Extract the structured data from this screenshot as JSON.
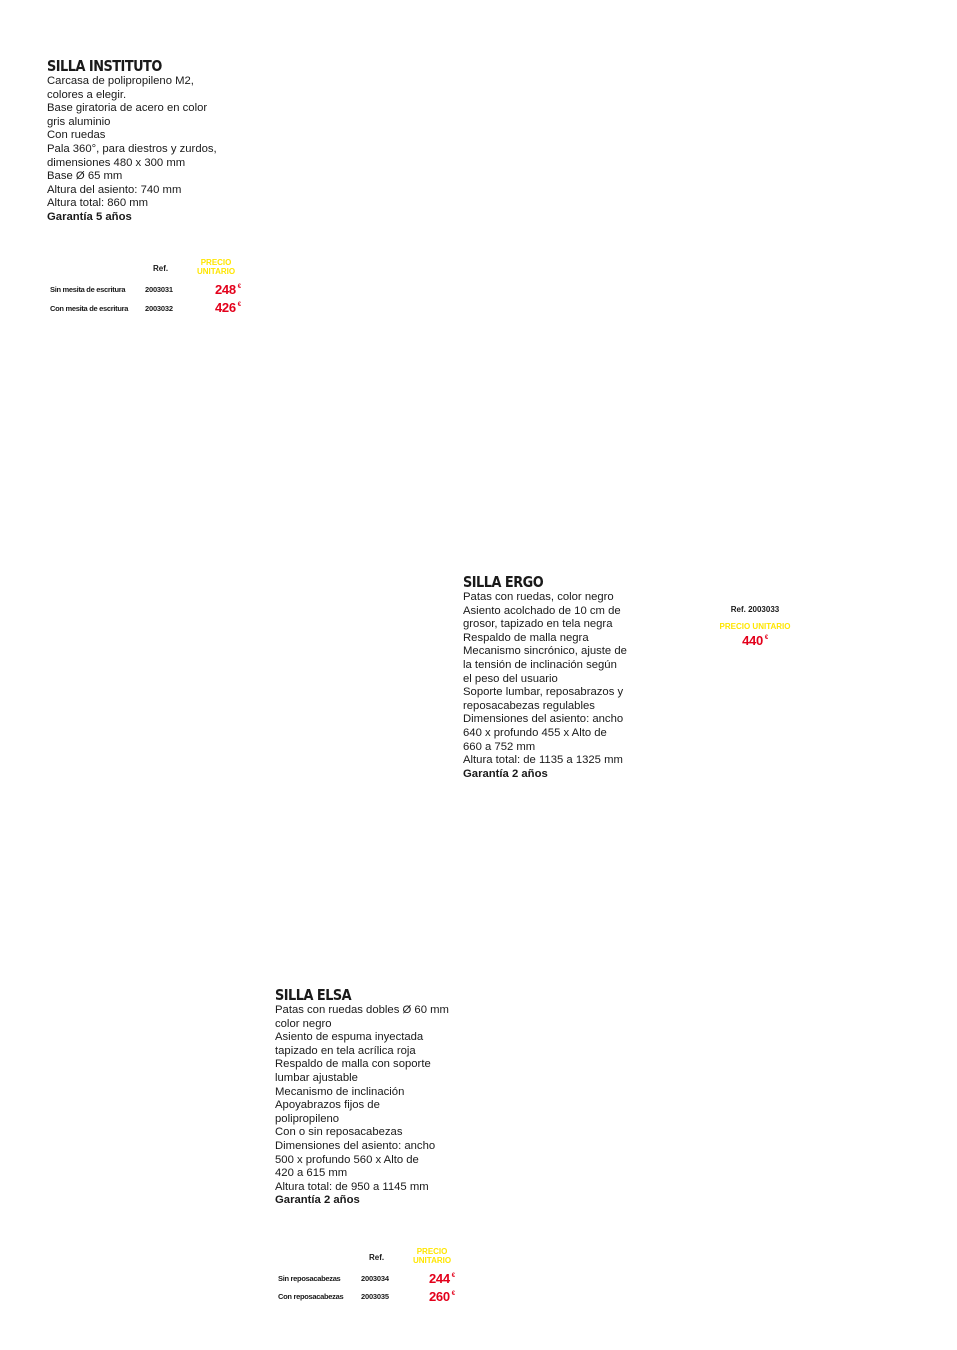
{
  "products": [
    {
      "title": "SILLA INSTITUTO",
      "lines": [
        "Carcasa de polipropileno M2,",
        "colores a elegir.",
        "Base giratoria de acero en color",
        "gris aluminio",
        "Con ruedas",
        "Pala 360°, para diestros y zurdos,",
        "dimensiones 480 x 300 mm",
        "Base Ø 65 mm",
        "Altura del asiento: 740 mm",
        "Altura total: 860 mm"
      ],
      "warranty": "Garantía 5 años",
      "table": {
        "ref_header": "Ref.",
        "price_header_1": "PRECIO",
        "price_header_2": "UNITARIO",
        "rows": [
          {
            "label": "Sin mesita de escritura",
            "ref": "2003031",
            "price": "248",
            "currency": "€"
          },
          {
            "label": "Con mesita de escritura",
            "ref": "2003032",
            "price": "426",
            "currency": "€"
          }
        ]
      }
    },
    {
      "title": "SILLA ERGO",
      "lines": [
        "Patas con ruedas, color negro",
        "Asiento acolchado de 10 cm de",
        "grosor, tapizado en tela negra",
        "Respaldo de malla negra",
        "Mecanismo sincrónico, ajuste de",
        "la tensión de inclinación según",
        "el peso del usuario",
        "Soporte lumbar, reposabrazos y",
        "reposacabezas regulables",
        "Dimensiones del asiento: ancho",
        "640 x profundo 455 x Alto de",
        "660 a 752 mm",
        "Altura total: de 1135 a 1325 mm"
      ],
      "warranty": "Garantía 2 años",
      "single": {
        "ref": "Ref. 2003033",
        "price_header": "PRECIO UNITARIO",
        "price": "440",
        "currency": "€"
      }
    },
    {
      "title": "SILLA ELSA",
      "lines": [
        "Patas con ruedas dobles Ø 60 mm",
        "color negro",
        "Asiento de espuma inyectada",
        "tapizado en tela acrílica roja",
        "Respaldo de malla con soporte",
        "lumbar ajustable",
        "Mecanismo de inclinación",
        "Apoyabrazos fijos de",
        "polipropileno",
        "Con o sin reposacabezas",
        "Dimensiones del asiento: ancho",
        "500 x profundo 560 x Alto de",
        "420 a 615 mm",
        "Altura total: de 950 a 1145 mm"
      ],
      "warranty": "Garantía 2 años",
      "table": {
        "ref_header": "Ref.",
        "price_header_1": "PRECIO",
        "price_header_2": "UNITARIO",
        "rows": [
          {
            "label": "Sin reposacabezas",
            "ref": "2003034",
            "price": "244",
            "currency": "€"
          },
          {
            "label": "Con reposacabezas",
            "ref": "2003035",
            "price": "260",
            "currency": "€"
          }
        ]
      }
    }
  ]
}
